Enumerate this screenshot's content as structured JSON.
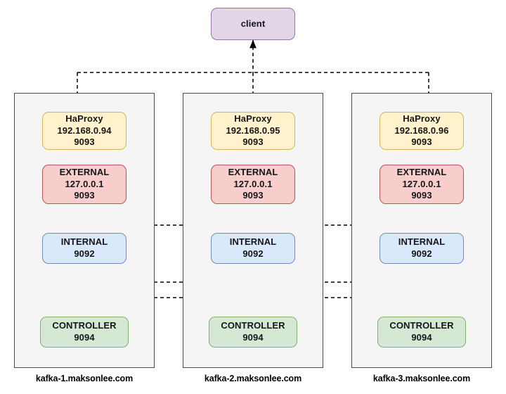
{
  "diagram": {
    "title_node": {
      "label": "client"
    },
    "colors": {
      "client_fill": "#e1d5e7",
      "client_stroke": "#9673a6",
      "haproxy_fill": "#fff2cc",
      "haproxy_stroke": "#d6b656",
      "external_fill": "#f8cecc",
      "external_stroke": "#b85450",
      "internal_fill": "#dae8fc",
      "internal_stroke": "#6c8ebf",
      "controller_fill": "#d5e8d4",
      "controller_stroke": "#82b366",
      "panel_fill": "#f5f5f5",
      "panel_stroke": "#4d4d4d",
      "edge_stroke": "#000000"
    },
    "hosts": [
      {
        "hostname": "kafka-1.maksonlee.com",
        "haproxy": {
          "name": "HaProxy",
          "ip": "192.168.0.94",
          "port": "9093"
        },
        "external": {
          "name": "EXTERNAL",
          "ip": "127.0.0.1",
          "port": "9093"
        },
        "internal": {
          "name": "INTERNAL",
          "port": "9092"
        },
        "controller": {
          "name": "CONTROLLER",
          "port": "9094"
        }
      },
      {
        "hostname": "kafka-2.maksonlee.com",
        "haproxy": {
          "name": "HaProxy",
          "ip": "192.168.0.95",
          "port": "9093"
        },
        "external": {
          "name": "EXTERNAL",
          "ip": "127.0.0.1",
          "port": "9093"
        },
        "internal": {
          "name": "INTERNAL",
          "port": "9092"
        },
        "controller": {
          "name": "CONTROLLER",
          "port": "9094"
        }
      },
      {
        "hostname": "kafka-3.maksonlee.com",
        "haproxy": {
          "name": "HaProxy",
          "ip": "192.168.0.96",
          "port": "9093"
        },
        "external": {
          "name": "EXTERNAL",
          "ip": "127.0.0.1",
          "port": "9093"
        },
        "internal": {
          "name": "INTERNAL",
          "port": "9092"
        },
        "controller": {
          "name": "CONTROLLER",
          "port": "9094"
        }
      }
    ]
  }
}
